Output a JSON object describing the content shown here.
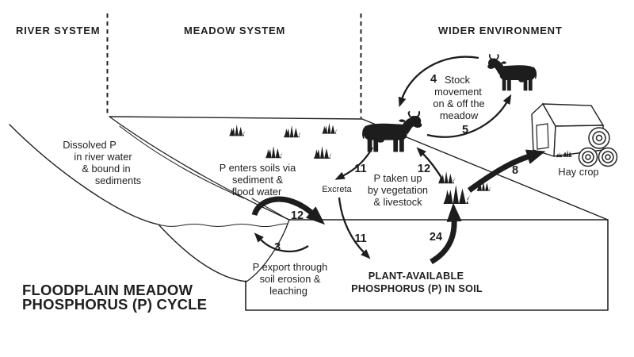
{
  "colors": {
    "ink": "#1f1f1f",
    "background": "#ffffff"
  },
  "headers": {
    "river": "RIVER SYSTEM",
    "meadow": "MEADOW SYSTEM",
    "wider": "WIDER ENVIRONMENT"
  },
  "title": {
    "line1": "FLOODPLAIN MEADOW",
    "line2": "PHOSPHORUS (P) CYCLE"
  },
  "labels": {
    "dissolved_p": {
      "line1": "Dissolved P",
      "line2": "in river water",
      "line3": "& bound in",
      "line4": "sediments"
    },
    "p_enters": {
      "line1": "P enters soils via",
      "line2": "sediment &",
      "line3": "flood water"
    },
    "p_taken": {
      "line1": "P taken up",
      "line2": "by vegetation",
      "line3": "& livestock"
    },
    "excreta": "Excreta",
    "p_export": {
      "line1": "P export through",
      "line2": "soil erosion &",
      "line3": "leaching"
    },
    "soil_pool": {
      "line1": "PLANT-AVAILABLE",
      "line2": "PHOSPHORUS (P) IN SOIL"
    },
    "stock_movement": {
      "line1": "Stock",
      "line2": "movement",
      "line3": "on & off the",
      "line4": "meadow"
    },
    "hay_crop": "Hay crop"
  },
  "fluxes": {
    "stock_off_meadow": "4",
    "stock_onto_meadow": "5",
    "hay_export": "8",
    "uptake_to_excreta": "11",
    "excreta_to_soil": "11",
    "flood_input": "12",
    "uptake_by_vegetation": "12",
    "soil_to_plants": "24",
    "export_erosion": "3"
  }
}
